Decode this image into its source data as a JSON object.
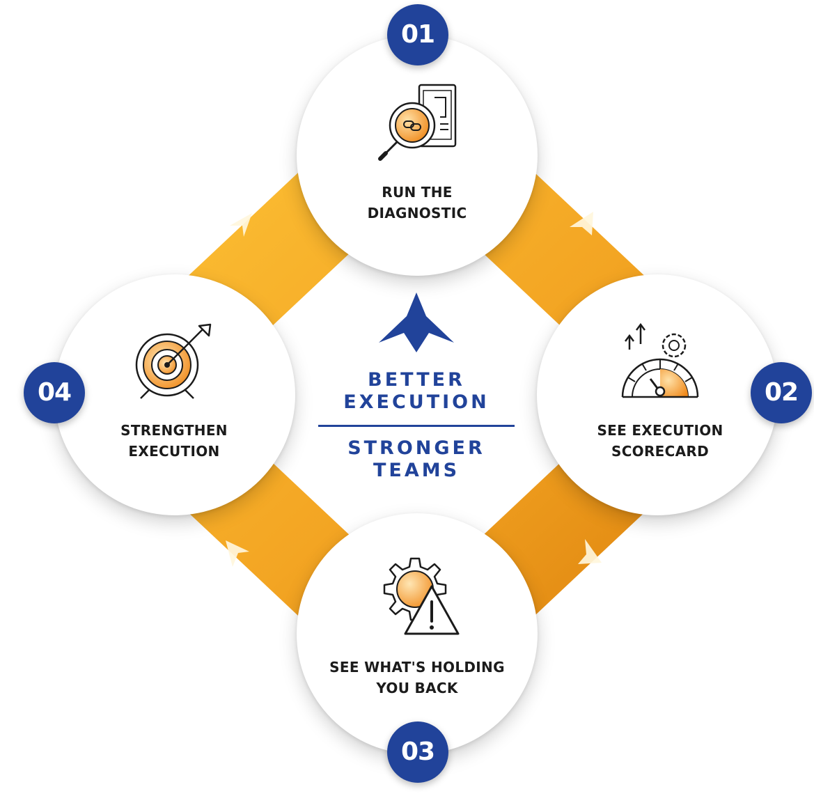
{
  "center": {
    "line1": "BETTER",
    "line2": "EXECUTION",
    "line3": "STRONGER",
    "line4": "TEAMS"
  },
  "steps": [
    {
      "number": "01",
      "label_line1": "RUN THE",
      "label_line2": "DIAGNOSTIC",
      "icon": "magnifier-document-icon"
    },
    {
      "number": "02",
      "label_line1": "SEE EXECUTION",
      "label_line2": "SCORECARD",
      "icon": "speedometer-gears-icon"
    },
    {
      "number": "03",
      "label_line1": "SEE WHAT'S HOLDING",
      "label_line2": "YOU BACK",
      "icon": "gear-warning-icon"
    },
    {
      "number": "04",
      "label_line1": "STRENGTHEN",
      "label_line2": "EXECUTION",
      "icon": "target-arrow-icon"
    }
  ],
  "colors": {
    "ring_light": "#fcbc32",
    "ring_dark": "#e0860f",
    "brand_blue": "#21439a",
    "icon_orange": "#f59a2a"
  }
}
